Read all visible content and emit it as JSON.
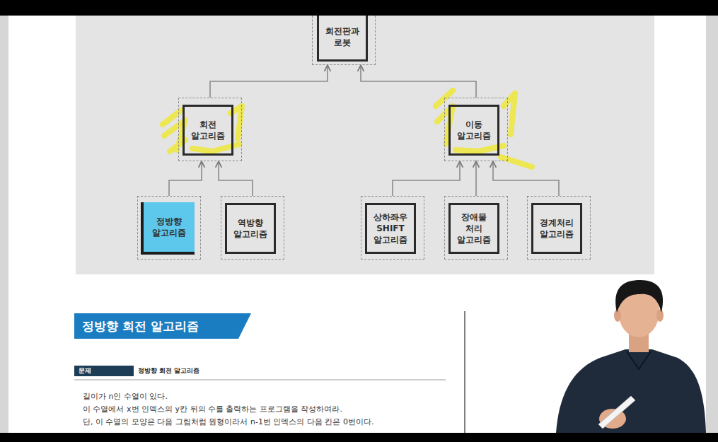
{
  "diagram": {
    "nodes": [
      {
        "text": [
          "회전판과 로봇"
        ]
      },
      {
        "text": [
          "회전 알고리즘"
        ]
      },
      {
        "text": [
          "이동 알고리즘"
        ]
      },
      {
        "text": [
          "정방향 알고리즘"
        ]
      },
      {
        "text": [
          "역방향 알고리즘"
        ]
      },
      {
        "text": [
          "상하좌우 SHIFT 알고리즘"
        ]
      },
      {
        "text": [
          "장애물 처리 알고리즘"
        ]
      },
      {
        "text": [
          "경계처리 알고리즘"
        ]
      },
      {
        "text": [
          "정방향 회전 알고리즘"
        ]
      },
      {
        "text": [
          "문제"
        ]
      }
    ],
    "edges": [
      {
        "from": 1,
        "to": 0,
        "arrow": "to"
      },
      {
        "from": 2,
        "to": 0,
        "arrow": "to"
      },
      {
        "from": 3,
        "to": 1,
        "arrow": "to"
      },
      {
        "from": 4,
        "to": 1,
        "arrow": "to"
      },
      {
        "from": 5,
        "to": 2,
        "arrow": "to"
      },
      {
        "from": 6,
        "to": 2,
        "arrow": "to"
      },
      {
        "from": 7,
        "to": 2,
        "arrow": "to"
      }
    ],
    "labels": [
      "정방향 회전 알고리즘",
      "길이가 n인 수열이 있다.",
      "이 수열에서 x번 인덱스의 y칸 뒤의 수를 출력하는 프로그램을 작성하여라.",
      "단, 이 수열의 모양은 다음 그림처럼 원형이라서 n-1번 인덱스의 다음 칸은 0번이다."
    ]
  }
}
